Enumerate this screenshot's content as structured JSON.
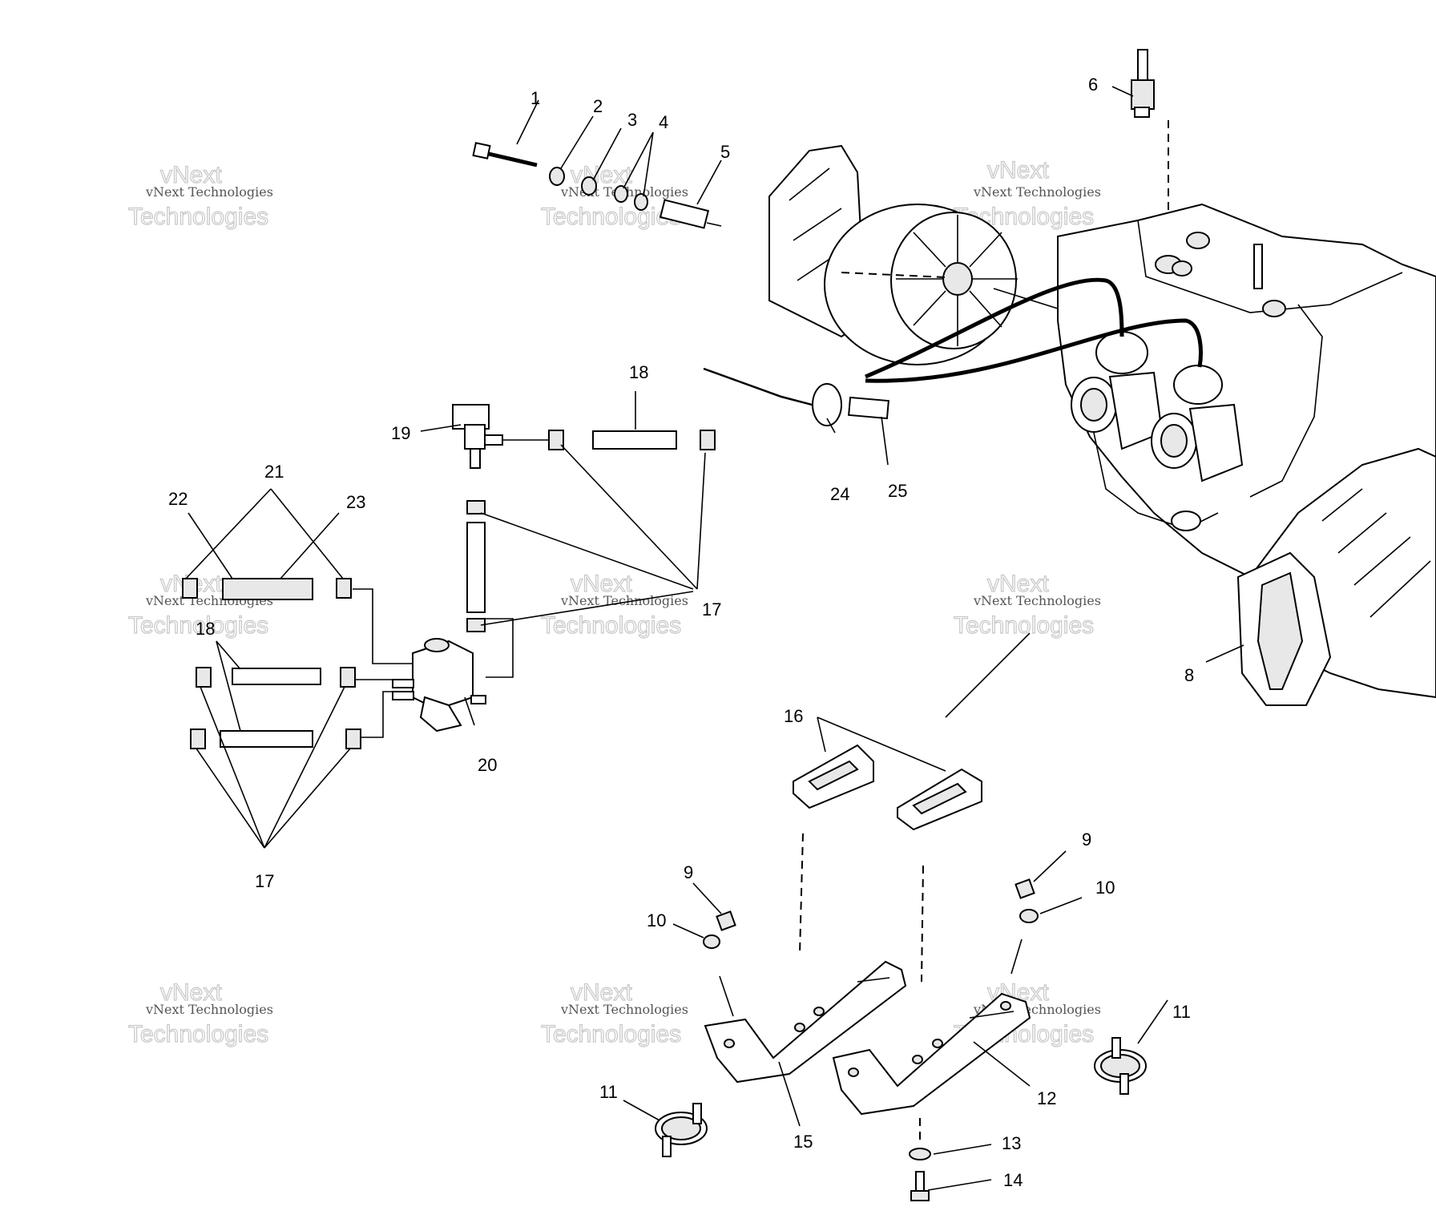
{
  "watermark": {
    "line1": "vNext",
    "line2": "vNext Technologies",
    "line3": "Technologies"
  },
  "callouts": {
    "n1": "1",
    "n2": "2",
    "n3": "3",
    "n4": "4",
    "n5": "5",
    "n6": "6",
    "n8": "8",
    "n9a": "9",
    "n9b": "9",
    "n10a": "10",
    "n10b": "10",
    "n11a": "11",
    "n11b": "11",
    "n12": "12",
    "n13": "13",
    "n14": "14",
    "n15": "15",
    "n16": "16",
    "n17a": "17",
    "n17b": "17",
    "n18a": "18",
    "n18b": "18",
    "n19": "19",
    "n20": "20",
    "n21": "21",
    "n22": "22",
    "n23": "23",
    "n24": "24",
    "n25": "25"
  }
}
